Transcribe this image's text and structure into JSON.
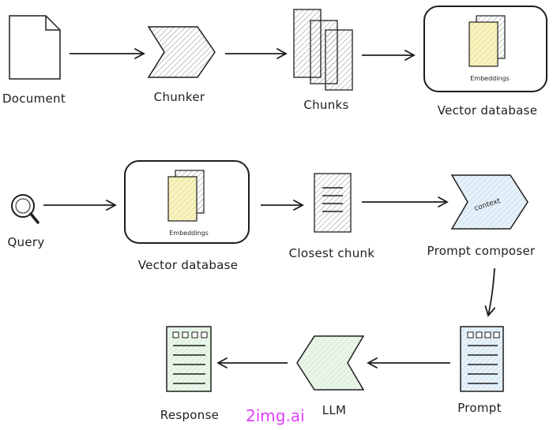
{
  "labels": {
    "document": "Document",
    "chunker": "Chunker",
    "chunks": "Chunks",
    "vector_db_top": "Vector database",
    "embeddings_top": "Embeddings",
    "query": "Query",
    "vector_db_bottom": "Vector database",
    "embeddings_bottom": "Embeddings",
    "closest_chunk": "Closest chunk",
    "prompt_composer": "Prompt composer",
    "context": "context",
    "prompt": "Prompt",
    "llm": "LLM",
    "response": "Response"
  },
  "watermark": "2img.ai",
  "colors": {
    "stroke": "#1e1e1e",
    "embeddings_fill": "#f5f0a8",
    "composer_fill": "#d6e9f5",
    "prompt_fill": "#d6e9f5",
    "llm_fill": "#dcefdc",
    "response_fill": "#dcefdc",
    "watermark": "#e040fb"
  },
  "icons": {
    "document": "document-icon",
    "chunker": "chevron-shape",
    "chunks": "stacked-pages-icon",
    "query": "magnifier-icon",
    "prompt": "form-page-icon",
    "response": "form-page-icon"
  }
}
